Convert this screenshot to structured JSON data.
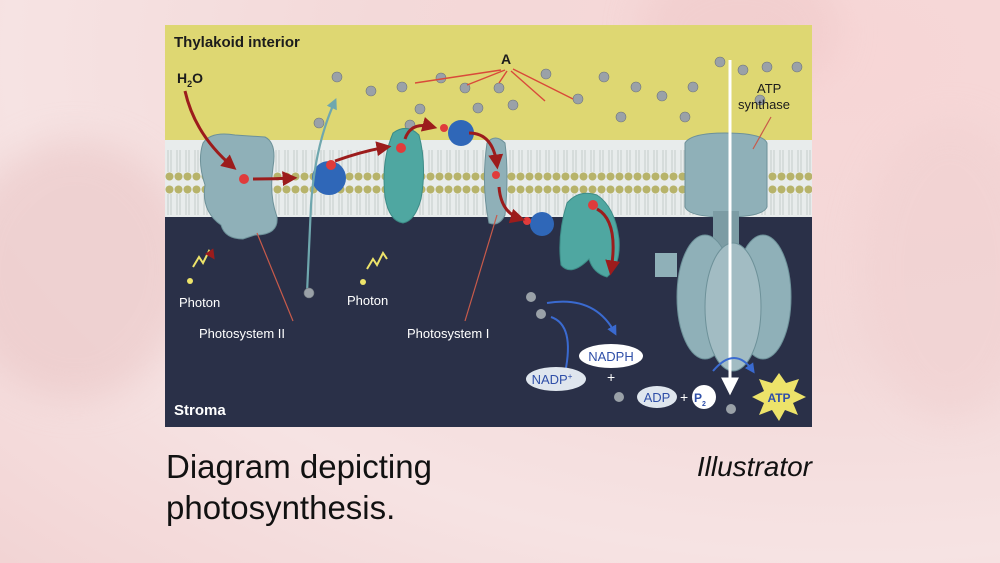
{
  "diagram": {
    "region_top": "Thylakoid interior",
    "region_bottom": "Stroma",
    "water": "H",
    "water_sub": "2",
    "water_tail": "O",
    "label_a": "A",
    "atp_synthase_1": "ATP",
    "atp_synthase_2": "synthase",
    "photon_1": "Photon",
    "photon_2": "Photon",
    "photosystem_2": "Photosystem II",
    "photosystem_1": "Photosystem I",
    "nadph": "NADPH",
    "plus_1": "+",
    "nadp": "NADP",
    "nadp_sup": "+",
    "adp": "ADP",
    "plus_2": "+",
    "p": "P",
    "p_sub": "2",
    "atp": "ATP",
    "colors": {
      "interior": "#ded772",
      "stroma": "#2a3048",
      "protein": "#8fb0b8",
      "protein_teal": "#4fa7a1",
      "electron": "#e03b3b",
      "carrier": "#2f67b8",
      "arrow": "#9c1c1c"
    }
  },
  "caption": "Diagram depicting photosynthesis.",
  "credit": "Illustrator"
}
